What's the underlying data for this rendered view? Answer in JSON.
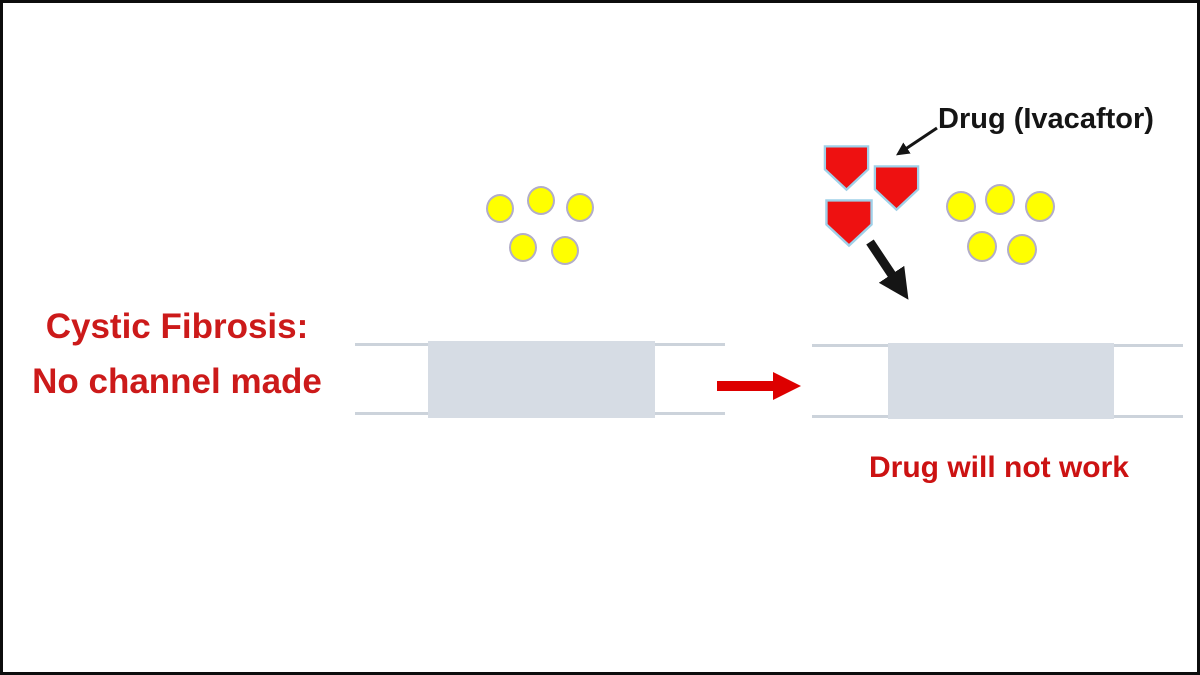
{
  "diagram": {
    "left_caption": {
      "line1": "Cystic Fibrosis:",
      "line2": "No channel made"
    },
    "drug_annotation": "Drug (Ivacaftor)",
    "outcome_text": "Drug will not work",
    "counts": {
      "left_ions": 5,
      "right_ions": 5,
      "drug_molecules": 3
    },
    "colors": {
      "caption_red": "#cc1a1a",
      "outcome_red": "#cc1212",
      "transition_arrow_red": "#dd0000",
      "drug_molecule_red": "#ee1111",
      "drug_molecule_border_blue": "#9fd0e8",
      "membrane_block_gray": "#d6dce4",
      "membrane_line_gray": "#ccd3db",
      "ion_yellow": "#ffff00",
      "ion_border": "#b2adc9",
      "annotation_black": "#151515"
    }
  }
}
